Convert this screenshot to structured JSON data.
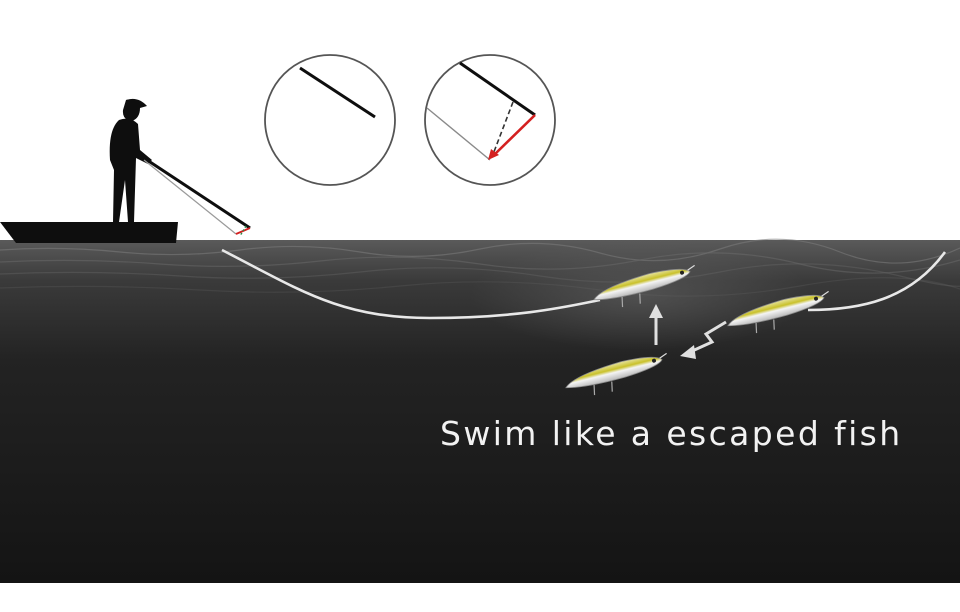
{
  "caption": "Swim like a escaped fish",
  "colors": {
    "background": "#ffffff",
    "water_deep": "#161616",
    "water_surface": "#4a4a4a",
    "line": "#e8e8e8",
    "rod_highlight": "#d42020",
    "lure_accent": "#c9c12a"
  },
  "icons": [
    "angler-silhouette",
    "boat-silhouette",
    "rod-still-icon",
    "rod-jerk-icon",
    "lure-icon",
    "arrow-up-icon",
    "arrow-zigzag-icon"
  ]
}
